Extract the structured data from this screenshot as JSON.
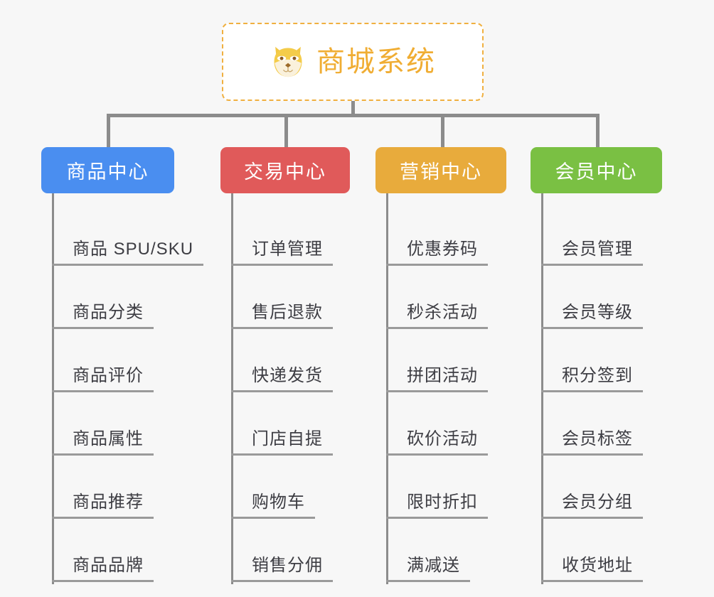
{
  "diagram": {
    "type": "organization-tree",
    "background_color": "#f7f7f7",
    "connector_color": "#8c8c8c",
    "root": {
      "title": "商城系统",
      "icon": "shiba-dog-face-icon",
      "text_color": "#f0ad33",
      "border_color": "#f0b040",
      "border_style": "dashed",
      "background_color": "#ffffff"
    },
    "categories": [
      {
        "label": "商品中心",
        "color": "#4a8ef0",
        "items": [
          "商品 SPU/SKU",
          "商品分类",
          "商品评价",
          "商品属性",
          "商品推荐",
          "商品品牌"
        ]
      },
      {
        "label": "交易中心",
        "color": "#e05a5a",
        "items": [
          "订单管理",
          "售后退款",
          "快递发货",
          "门店自提",
          "购物车",
          "销售分佣"
        ]
      },
      {
        "label": "营销中心",
        "color": "#e8ab3c",
        "items": [
          "优惠券码",
          "秒杀活动",
          "拼团活动",
          "砍价活动",
          "限时折扣",
          "满减送"
        ]
      },
      {
        "label": "会员中心",
        "color": "#79c martins"
      }
    ]
  }
}
